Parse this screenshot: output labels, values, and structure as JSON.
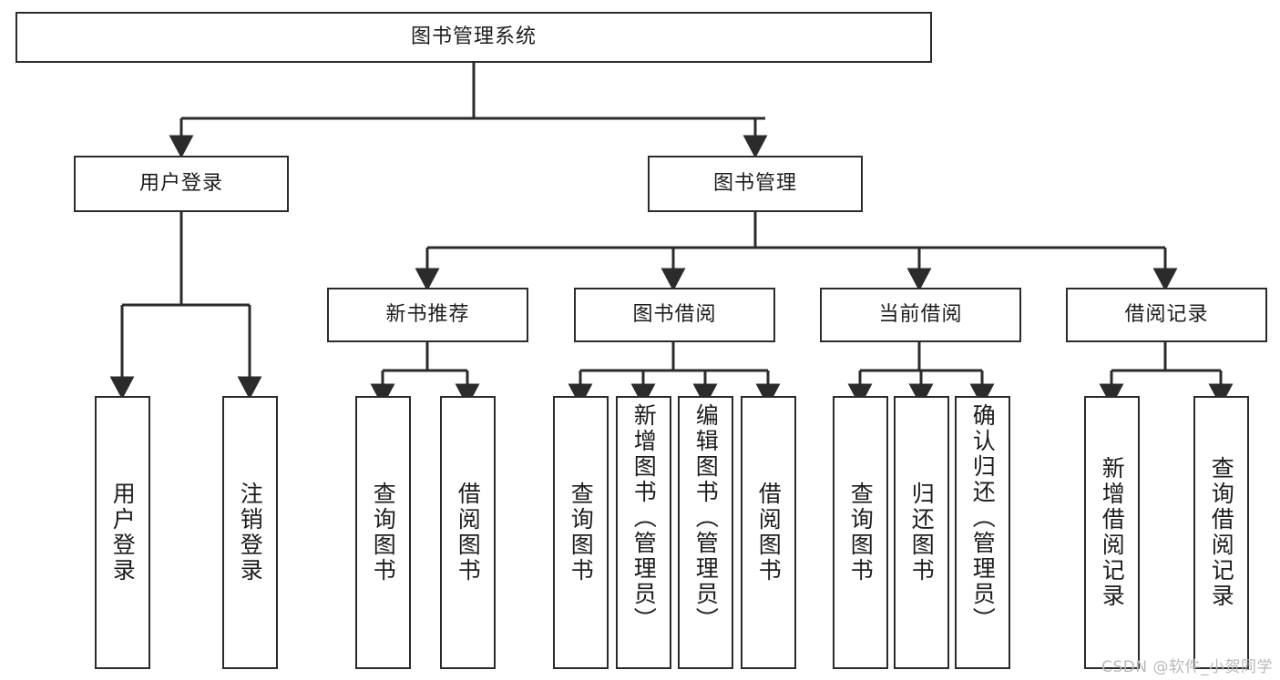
{
  "diagram": {
    "title": "图书管理系统",
    "type": "功能结构图",
    "colors": {
      "box_border": "#2b2b2b",
      "box_fill": "#ffffff",
      "edge": "#2b2b2b",
      "text": "#1c1c1c",
      "watermark": "#b9b9b9",
      "background": "#ffffff"
    }
  },
  "watermark": {
    "text": "CSDN @软件_小贺同学"
  },
  "nodes": {
    "root": {
      "label": "图书管理系统"
    },
    "level1": [
      {
        "id": "user-login",
        "label": "用户登录"
      },
      {
        "id": "book-manage",
        "label": "图书管理"
      }
    ],
    "level2": [
      {
        "id": "new-book-recommend",
        "label": "新书推荐"
      },
      {
        "id": "book-borrow",
        "label": "图书借阅"
      },
      {
        "id": "current-borrow",
        "label": "当前借阅"
      },
      {
        "id": "borrow-record",
        "label": "借阅记录"
      }
    ],
    "leaves": [
      {
        "id": "leaf-user-login",
        "label": "用户登录",
        "parent": "user-login"
      },
      {
        "id": "leaf-logout",
        "label": "注销登录",
        "parent": "user-login"
      },
      {
        "id": "leaf-query-book-1",
        "label": "查询图书",
        "parent": "new-book-recommend"
      },
      {
        "id": "leaf-borrow-book-1",
        "label": "借阅图书",
        "parent": "new-book-recommend"
      },
      {
        "id": "leaf-query-book-2",
        "label": "查询图书",
        "parent": "book-borrow"
      },
      {
        "id": "leaf-add-book",
        "label": "新增图书（管理员）",
        "parent": "book-borrow"
      },
      {
        "id": "leaf-edit-book",
        "label": "编辑图书（管理员）",
        "parent": "book-borrow"
      },
      {
        "id": "leaf-borrow-book-2",
        "label": "借阅图书",
        "parent": "book-borrow"
      },
      {
        "id": "leaf-query-book-3",
        "label": "查询图书",
        "parent": "current-borrow"
      },
      {
        "id": "leaf-return-book",
        "label": "归还图书",
        "parent": "current-borrow"
      },
      {
        "id": "leaf-confirm-return",
        "label": "确认归还（管理员）",
        "parent": "current-borrow"
      },
      {
        "id": "leaf-add-record",
        "label": "新增借阅记录",
        "parent": "borrow-record"
      },
      {
        "id": "leaf-query-record",
        "label": "查询借阅记录",
        "parent": "borrow-record"
      }
    ]
  },
  "chart_data": {
    "type": "tree",
    "title": "图书管理系统",
    "edges": [
      [
        "图书管理系统",
        "用户登录"
      ],
      [
        "图书管理系统",
        "图书管理"
      ],
      [
        "用户登录",
        "用户登录"
      ],
      [
        "用户登录",
        "注销登录"
      ],
      [
        "图书管理",
        "新书推荐"
      ],
      [
        "图书管理",
        "图书借阅"
      ],
      [
        "图书管理",
        "当前借阅"
      ],
      [
        "图书管理",
        "借阅记录"
      ],
      [
        "新书推荐",
        "查询图书"
      ],
      [
        "新书推荐",
        "借阅图书"
      ],
      [
        "图书借阅",
        "查询图书"
      ],
      [
        "图书借阅",
        "新增图书（管理员）"
      ],
      [
        "图书借阅",
        "编辑图书（管理员）"
      ],
      [
        "图书借阅",
        "借阅图书"
      ],
      [
        "当前借阅",
        "查询图书"
      ],
      [
        "当前借阅",
        "归还图书"
      ],
      [
        "当前借阅",
        "确认归还（管理员）"
      ],
      [
        "借阅记录",
        "新增借阅记录"
      ],
      [
        "借阅记录",
        "查询借阅记录"
      ]
    ],
    "levels": 4,
    "orientation": "top-down"
  }
}
